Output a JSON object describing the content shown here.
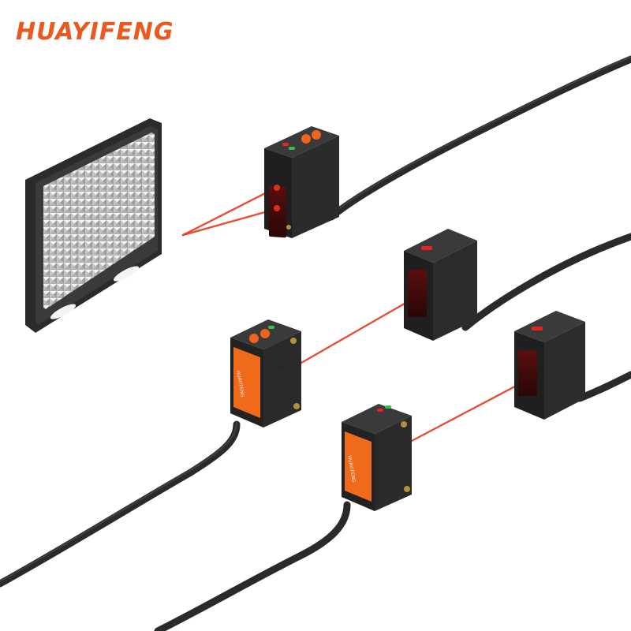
{
  "brand": {
    "name": "HUAYIFENG",
    "color": "#ea5a1f"
  },
  "colors": {
    "beam": "#e63b1f",
    "housing": "#1c1c1c",
    "label": "#f06a1c",
    "led_green": "#36c24a",
    "led_red": "#e8231e"
  },
  "scene": {
    "items": [
      {
        "name": "reflector-plate",
        "icon": "reflector-icon"
      },
      {
        "name": "retro-reflective-sensor",
        "icon": "sensor-icon"
      },
      {
        "name": "through-beam-emitter-1",
        "icon": "sensor-icon"
      },
      {
        "name": "through-beam-receiver-1",
        "icon": "sensor-icon"
      },
      {
        "name": "through-beam-emitter-2",
        "icon": "sensor-icon"
      },
      {
        "name": "through-beam-receiver-2",
        "icon": "sensor-icon"
      }
    ]
  }
}
